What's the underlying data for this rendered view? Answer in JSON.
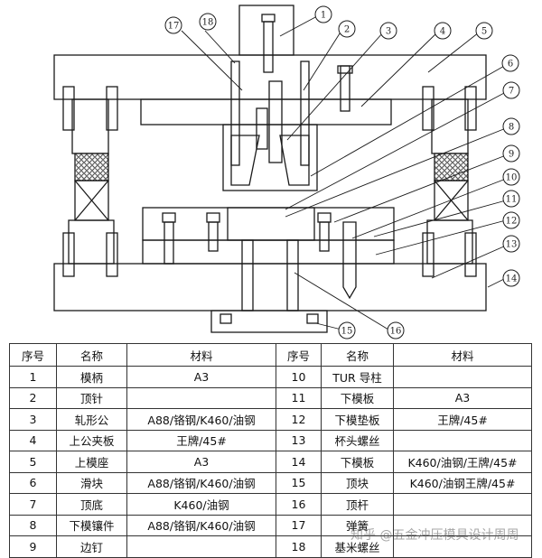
{
  "diagram": {
    "callouts": [
      "1",
      "2",
      "3",
      "4",
      "5",
      "6",
      "7",
      "8",
      "9",
      "10",
      "11",
      "12",
      "13",
      "14",
      "15",
      "16",
      "17",
      "18"
    ],
    "line_color": "#1a1a1a"
  },
  "table": {
    "headers": [
      "序号",
      "名称",
      "材料",
      "序号",
      "名称",
      "材料"
    ],
    "rows": [
      [
        "1",
        "模柄",
        "A3",
        "10",
        "TUR 导柱",
        ""
      ],
      [
        "2",
        "顶针",
        "",
        "11",
        "下模板",
        "A3"
      ],
      [
        "3",
        "轧形公",
        "A88/铬钢/K460/油钢",
        "12",
        "下模垫板",
        "王牌/45#"
      ],
      [
        "4",
        "上公夹板",
        "王牌/45#",
        "13",
        "杯头螺丝",
        ""
      ],
      [
        "5",
        "上模座",
        "A3",
        "14",
        "下模板",
        "K460/油钢/王牌/45#"
      ],
      [
        "6",
        "滑块",
        "A88/铬钢/K460/油钢",
        "15",
        "顶块",
        "K460/油钢王牌/45#"
      ],
      [
        "7",
        "顶底",
        "K460/油钢",
        "16",
        "顶杆",
        ""
      ],
      [
        "8",
        "下模镶件",
        "A88/铬钢/K460/油钢",
        "17",
        "弹簧",
        ""
      ],
      [
        "9",
        "边钉",
        "",
        "18",
        "基米螺丝",
        ""
      ]
    ]
  },
  "watermark": "知乎 @五金冲压模具设计周周"
}
